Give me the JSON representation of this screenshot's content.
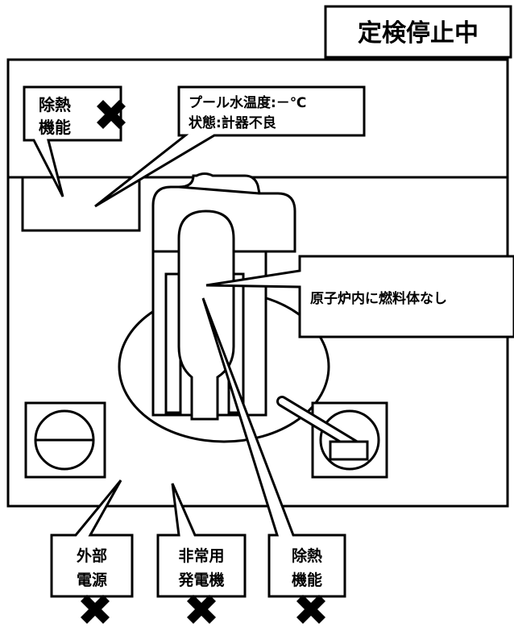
{
  "status": {
    "label": "定検停止中"
  },
  "callouts": {
    "top_left": {
      "line1": "除熱",
      "line2": "機能"
    },
    "pool": {
      "line1": "プール水温度:－℃",
      "line2": "状態:計器不良"
    },
    "core": {
      "text": "原子炉内に燃料体なし"
    },
    "external_power": {
      "line1": "外部",
      "line2": "電源"
    },
    "emergency_generator": {
      "line1": "非常用",
      "line2": "発電機"
    },
    "heat_removal_bottom": {
      "line1": "除熱",
      "line2": "機能"
    }
  },
  "markers": {
    "failed_icon": "x-cross-icon",
    "color": "#000000"
  }
}
